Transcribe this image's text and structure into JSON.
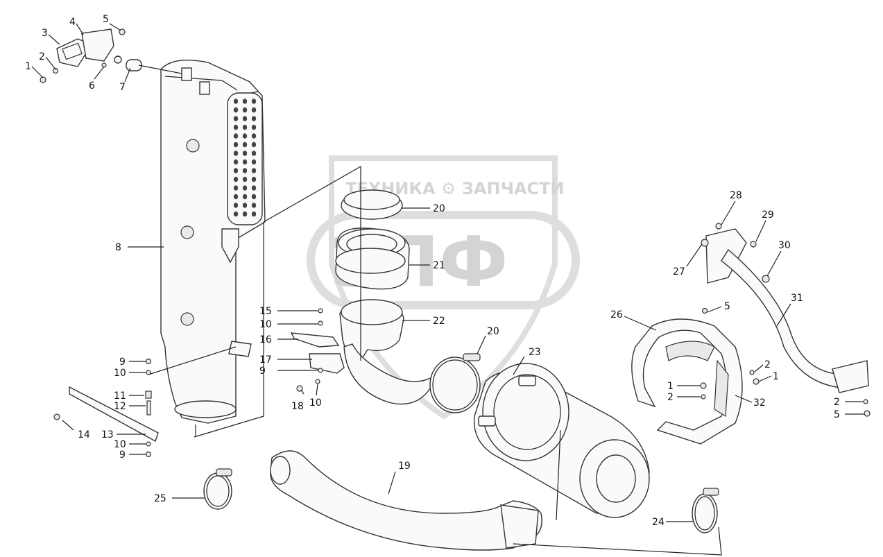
{
  "watermark": {
    "text": "ТЕХНИКА ⚙ ЗАПЧАСТИ",
    "logo": "ЭПФ",
    "color": "#d4d4d4"
  },
  "callouts": [
    {
      "id": "c-1a",
      "label": "1"
    },
    {
      "id": "c-2a",
      "label": "2"
    },
    {
      "id": "c-3",
      "label": "3"
    },
    {
      "id": "c-4",
      "label": "4"
    },
    {
      "id": "c-5a",
      "label": "5"
    },
    {
      "id": "c-6",
      "label": "6"
    },
    {
      "id": "c-7",
      "label": "7"
    },
    {
      "id": "c-8",
      "label": "8"
    },
    {
      "id": "c-9a",
      "label": "9"
    },
    {
      "id": "c-10a",
      "label": "10"
    },
    {
      "id": "c-11",
      "label": "11"
    },
    {
      "id": "c-12",
      "label": "12"
    },
    {
      "id": "c-13",
      "label": "13"
    },
    {
      "id": "c-14",
      "label": "14"
    },
    {
      "id": "c-10b",
      "label": "10"
    },
    {
      "id": "c-9b",
      "label": "9"
    },
    {
      "id": "c-15",
      "label": "15"
    },
    {
      "id": "c-10c",
      "label": "10"
    },
    {
      "id": "c-16",
      "label": "16"
    },
    {
      "id": "c-17",
      "label": "17"
    },
    {
      "id": "c-9c",
      "label": "9"
    },
    {
      "id": "c-18",
      "label": "18"
    },
    {
      "id": "c-10d",
      "label": "10"
    },
    {
      "id": "c-20a",
      "label": "20"
    },
    {
      "id": "c-21",
      "label": "21"
    },
    {
      "id": "c-22",
      "label": "22"
    },
    {
      "id": "c-20b",
      "label": "20"
    },
    {
      "id": "c-23",
      "label": "23"
    },
    {
      "id": "c-19",
      "label": "19"
    },
    {
      "id": "c-25",
      "label": "25"
    },
    {
      "id": "c-24",
      "label": "24"
    },
    {
      "id": "c-26",
      "label": "26"
    },
    {
      "id": "c-5b",
      "label": "5"
    },
    {
      "id": "c-1b",
      "label": "1"
    },
    {
      "id": "c-2b",
      "label": "2"
    },
    {
      "id": "c-2c",
      "label": "2"
    },
    {
      "id": "c-1c",
      "label": "1"
    },
    {
      "id": "c-32",
      "label": "32"
    },
    {
      "id": "c-31",
      "label": "31"
    },
    {
      "id": "c-28",
      "label": "28"
    },
    {
      "id": "c-29",
      "label": "29"
    },
    {
      "id": "c-27",
      "label": "27"
    },
    {
      "id": "c-30",
      "label": "30"
    },
    {
      "id": "c-2d",
      "label": "2"
    },
    {
      "id": "c-5c",
      "label": "5"
    }
  ]
}
